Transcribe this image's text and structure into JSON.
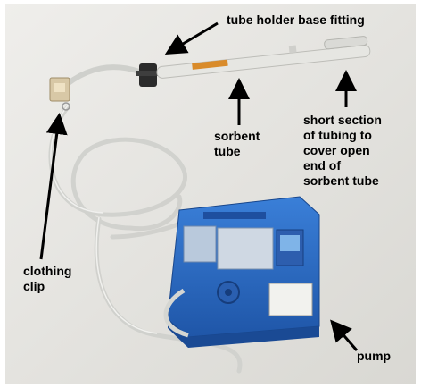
{
  "labels": {
    "tube_holder": "tube holder base fitting",
    "sorbent_tube": "sorbent\ntube",
    "short_tubing": "short section\nof tubing to\ncover open\nend of\nsorbent tube",
    "clothing_clip": "clothing\nclip",
    "pump": "pump"
  },
  "colors": {
    "background": "#e9e8e4",
    "pump_body": "#2f6fc8",
    "tubing": "#dcdcd8",
    "label_text": "#000000"
  }
}
